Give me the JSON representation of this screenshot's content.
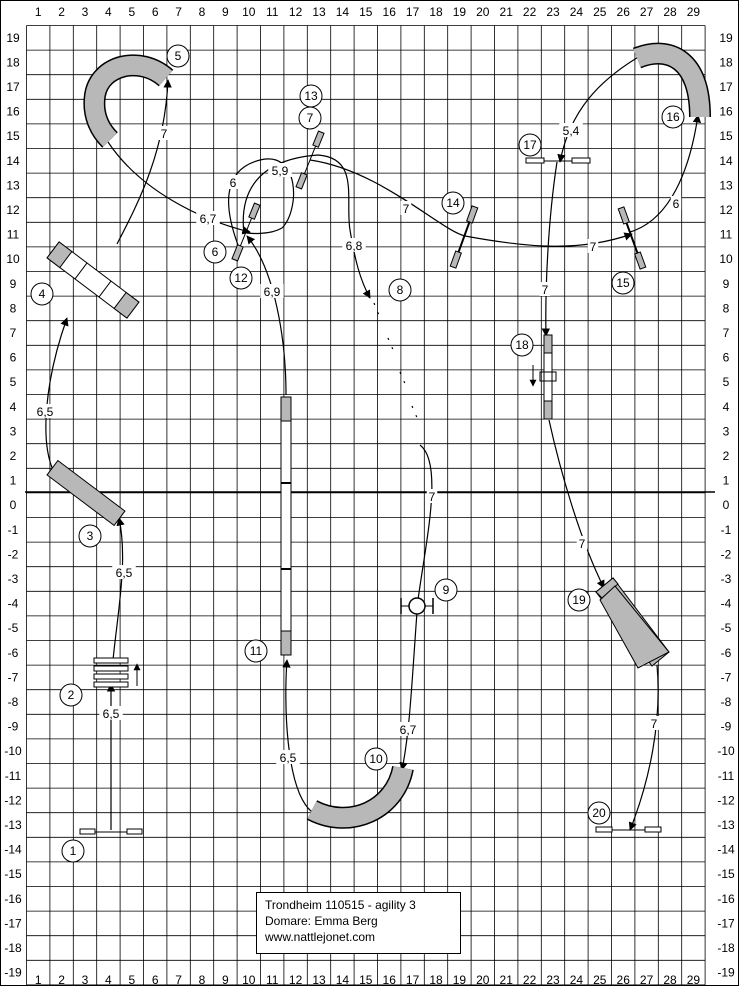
{
  "grid": {
    "x_labels": [
      "1",
      "2",
      "3",
      "4",
      "5",
      "6",
      "7",
      "8",
      "9",
      "10",
      "11",
      "12",
      "13",
      "14",
      "15",
      "16",
      "17",
      "18",
      "19",
      "20",
      "21",
      "22",
      "23",
      "24",
      "25",
      "26",
      "27",
      "28",
      "29"
    ],
    "y_labels": [
      "19",
      "18",
      "17",
      "16",
      "15",
      "14",
      "13",
      "12",
      "11",
      "10",
      "9",
      "8",
      "7",
      "6",
      "5",
      "4",
      "3",
      "2",
      "1",
      "0",
      "-1",
      "-2",
      "-3",
      "-4",
      "-5",
      "-6",
      "-7",
      "-8",
      "-9",
      "-10",
      "-11",
      "-12",
      "-13",
      "-14",
      "-15",
      "-16",
      "-17",
      "-18",
      "-19"
    ]
  },
  "obstacles": [
    "1",
    "2",
    "3",
    "4",
    "5",
    "6",
    "7",
    "8",
    "9",
    "10",
    "11",
    "12",
    "13",
    "14",
    "15",
    "16",
    "17",
    "18",
    "19",
    "20"
  ],
  "distances": [
    "6,5",
    "6,5",
    "6,5",
    "7",
    "6,7",
    "6",
    "5,9",
    "6,8",
    "6,9",
    "7",
    "7",
    "6,7",
    "6,5",
    "7",
    "6",
    "5,4",
    "7",
    "7",
    "7"
  ],
  "info": {
    "line1": "Trondheim  110515 - agility 3",
    "line2": "Domare: Emma Berg",
    "line3": "www.nattlejonet.com"
  }
}
